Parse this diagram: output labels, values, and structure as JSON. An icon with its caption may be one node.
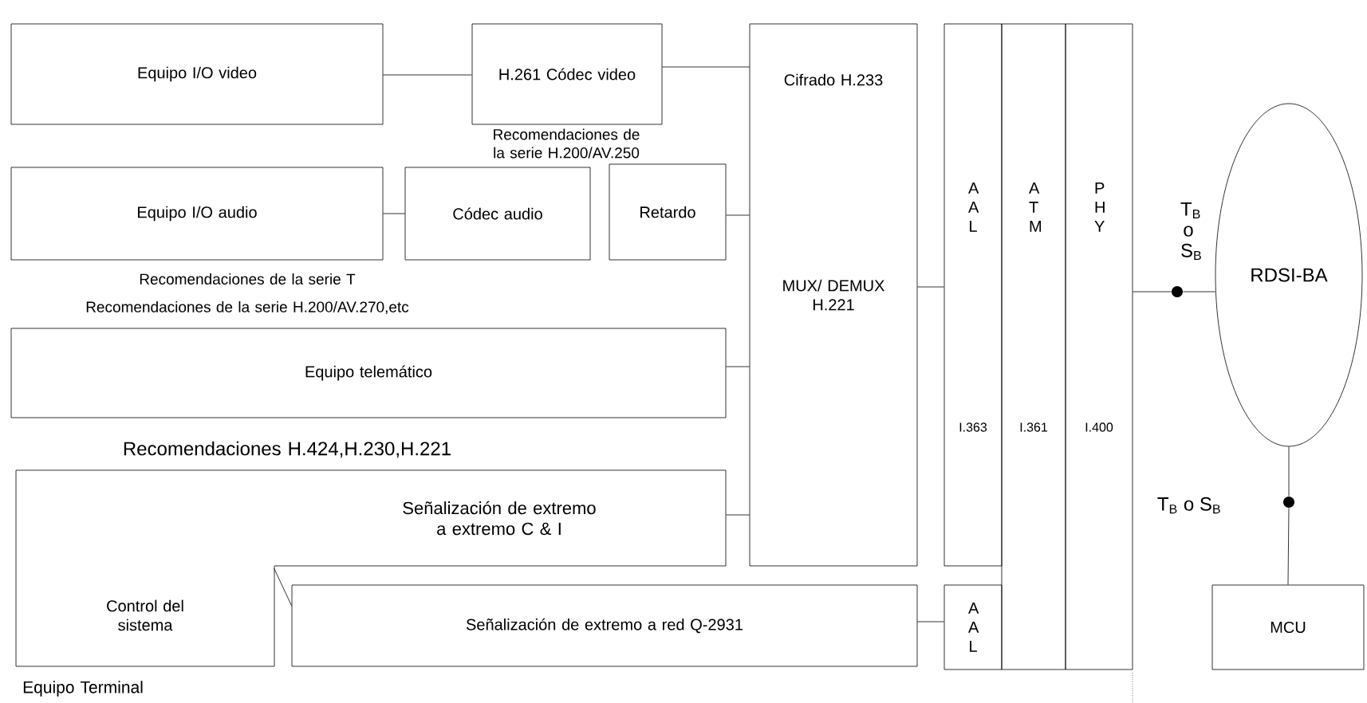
{
  "diagram": {
    "nodes": [
      {
        "text": [
          "Equipo I/O video"
        ]
      },
      {
        "text": [
          "H.261 Códec video"
        ]
      },
      {
        "text": [
          "Equipo I/O audio"
        ]
      },
      {
        "text": [
          "Códec audio"
        ]
      },
      {
        "text": [
          "Retardo"
        ]
      },
      {
        "text": [
          "Equipo telemático"
        ]
      },
      {
        "text": [
          "Señalización de extremo a extremo C & I",
          "Control del sistema"
        ]
      },
      {
        "text": [
          "Señalización de extremo a red Q-2931"
        ]
      },
      {
        "text": [
          "Cifrado H.233",
          "MUX/ DEMUX H.221"
        ]
      },
      {
        "text": [
          "A A L",
          "I.363"
        ]
      },
      {
        "text": [
          "A T M",
          "I.361"
        ]
      },
      {
        "text": [
          "P H Y",
          "I.400"
        ]
      },
      {
        "text": [
          "A A L"
        ]
      },
      {
        "text": [
          "RDSI-BA"
        ]
      },
      {
        "text": [
          "MCU"
        ]
      },
      {
        "text": [],
        "shape": "circle"
      },
      {
        "text": [],
        "shape": "circle"
      }
    ],
    "edges": [
      {
        "from": 0,
        "to": 1,
        "arrow": "none"
      },
      {
        "from": 1,
        "to": 8,
        "arrow": "none"
      },
      {
        "from": 2,
        "to": 3,
        "arrow": "none"
      },
      {
        "from": 4,
        "to": 8,
        "arrow": "none"
      },
      {
        "from": 5,
        "to": 8,
        "arrow": "none"
      },
      {
        "from": 6,
        "to": 8,
        "arrow": "none"
      },
      {
        "from": 8,
        "to": 9,
        "arrow": "none"
      },
      {
        "from": 6,
        "to": 7,
        "arrow": "none"
      },
      {
        "from": 7,
        "to": 12,
        "arrow": "none"
      },
      {
        "from": 11,
        "to": 15,
        "arrow": "none"
      },
      {
        "from": 15,
        "to": 13,
        "arrow": "none"
      },
      {
        "from": 13,
        "to": 16,
        "arrow": "none"
      },
      {
        "from": 16,
        "to": 14,
        "arrow": "none"
      }
    ],
    "labels": [
      "Recomendaciones de la serie H.200/AV.250",
      "Recomendaciones de la serie T",
      "Recomendaciones de la serie H.200/AV.270,etc",
      "Recomendaciones H.424,H.230,H.221",
      "Equipo Terminal",
      "T$_{B}$ o S$_{B}$",
      "T$_{B}$ o S$_{B}$"
    ]
  }
}
